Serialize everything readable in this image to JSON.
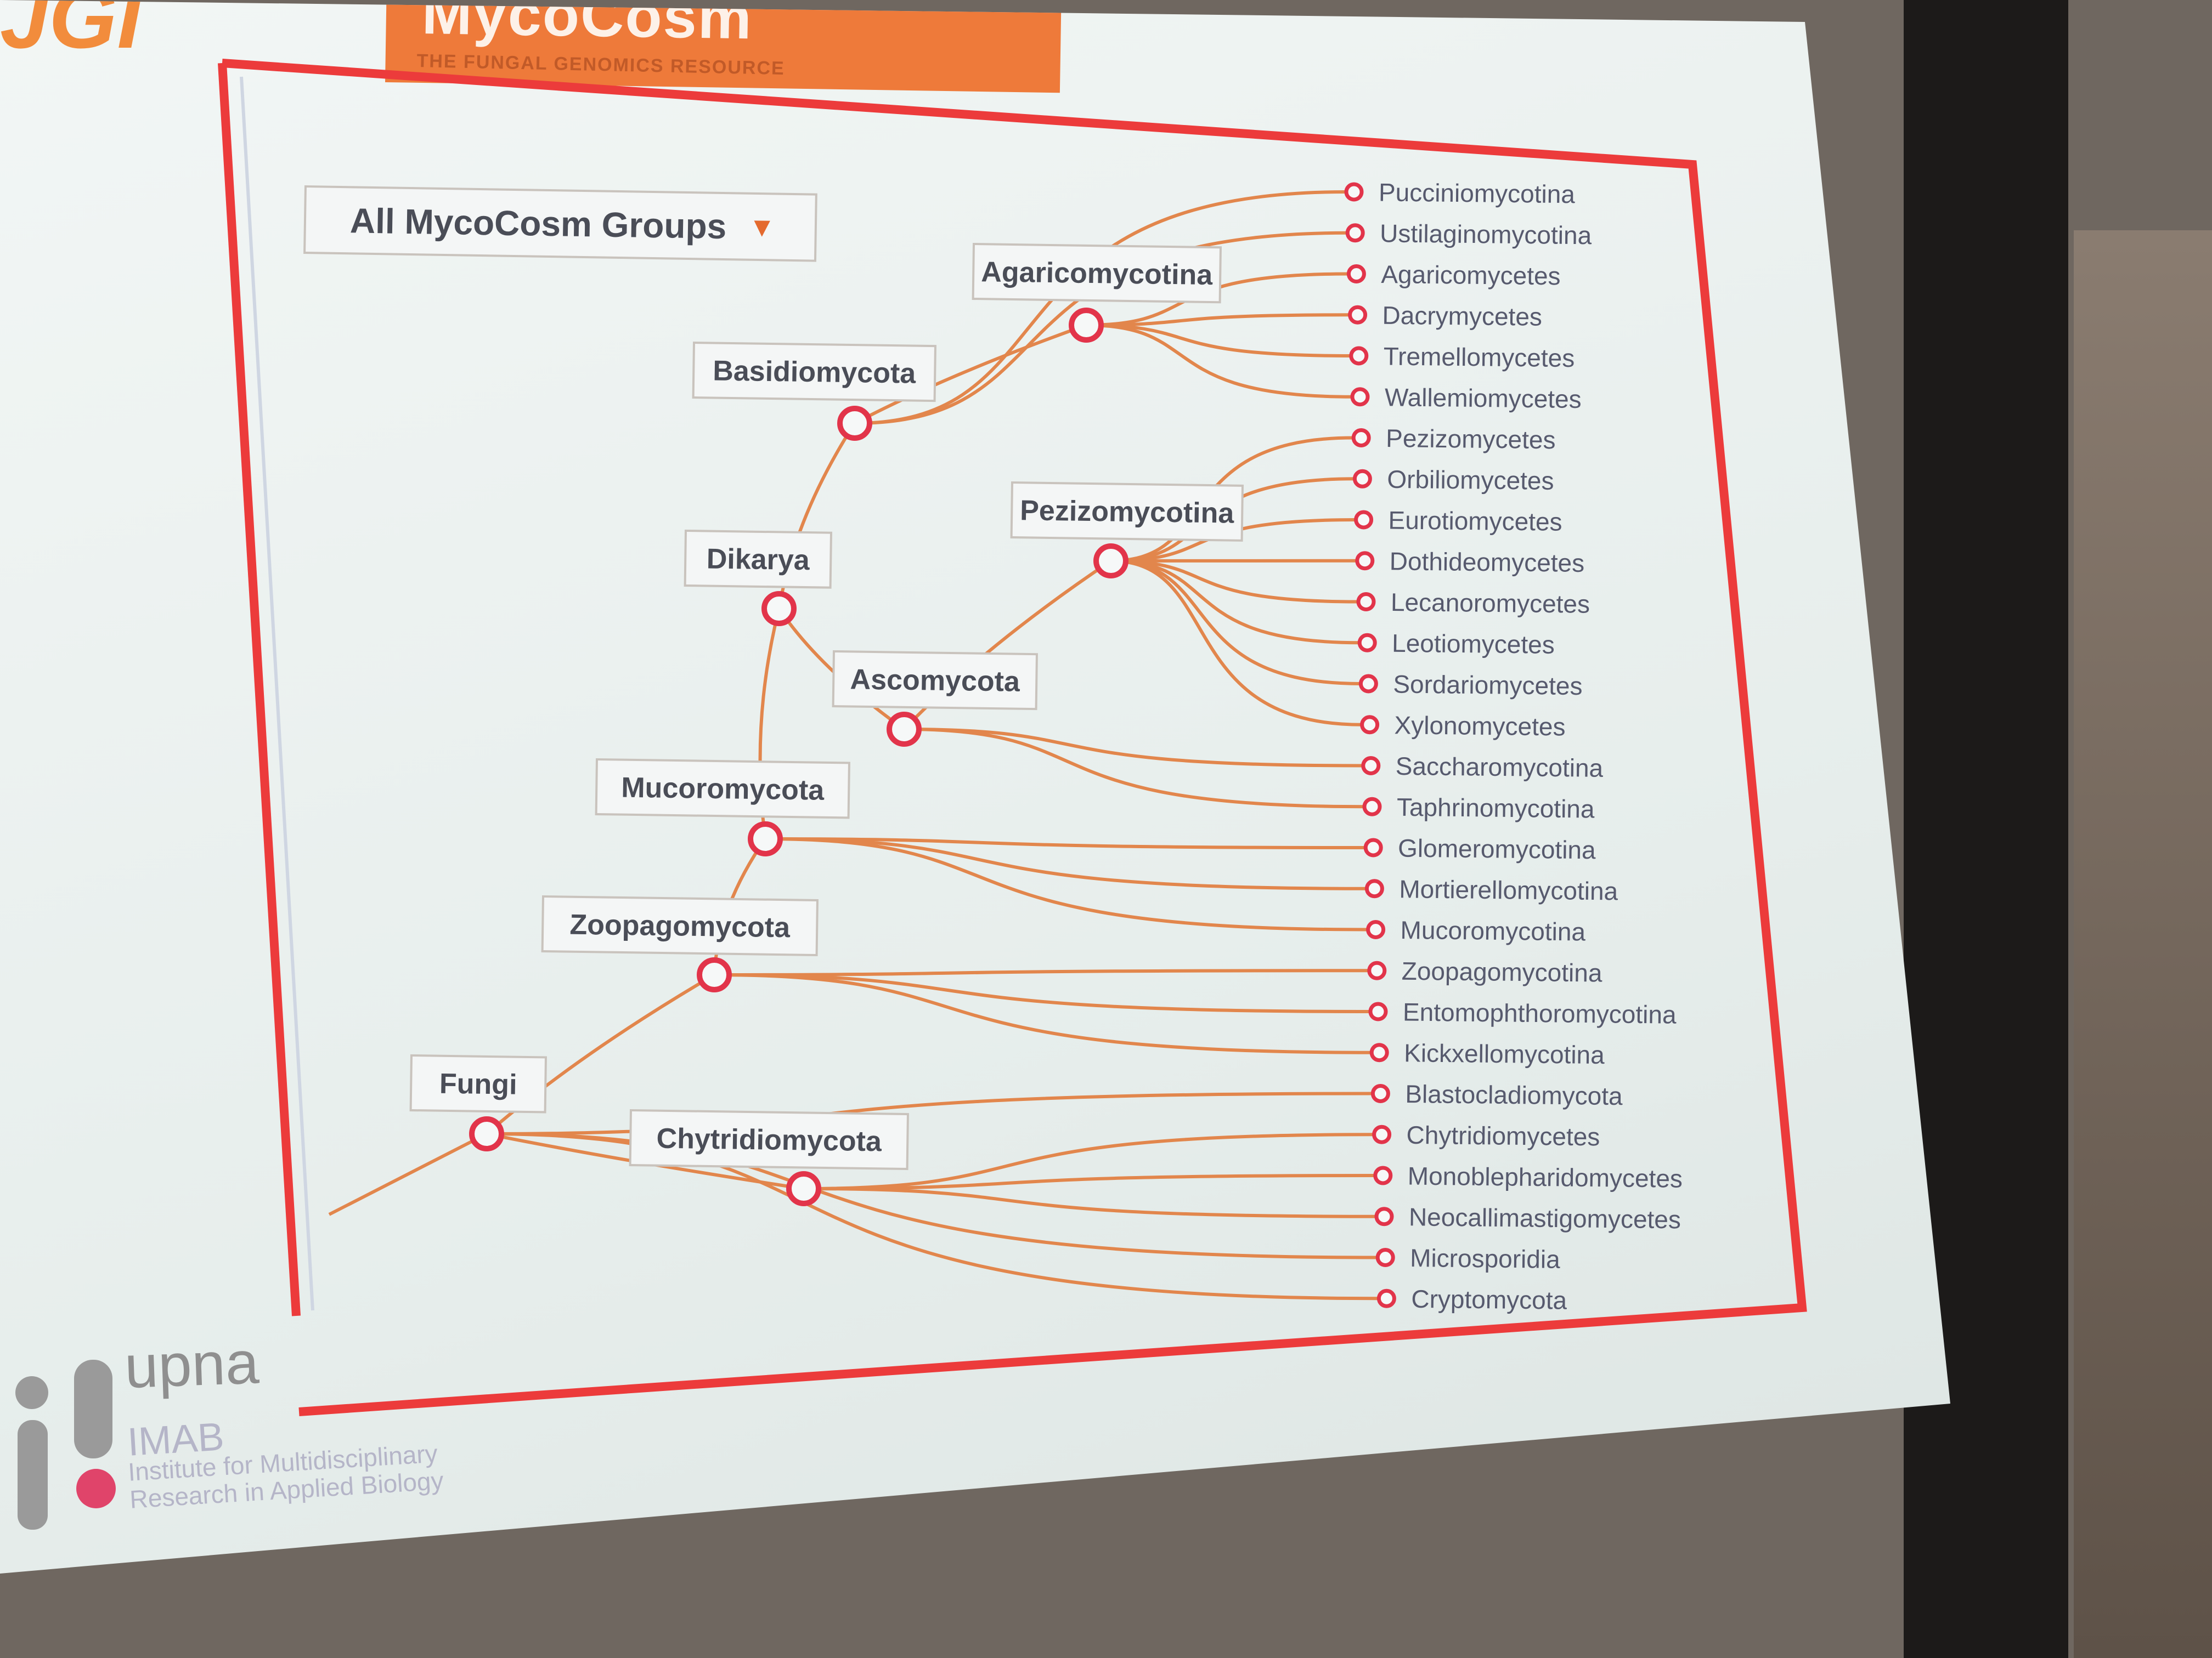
{
  "header": {
    "brand": "MycoCosm",
    "tagline": "THE FUNGAL GENOMICS RESOURCE",
    "logo_partial": "JGI"
  },
  "dropdown": {
    "label": "All MycoCosm Groups",
    "caret_icon": "triangle-down-icon"
  },
  "tree": {
    "nodes": [
      {
        "id": "fungi",
        "label": "Fungi"
      },
      {
        "id": "dikarya",
        "label": "Dikarya"
      },
      {
        "id": "basidiomycota",
        "label": "Basidiomycota"
      },
      {
        "id": "agaricomycotina",
        "label": "Agaricomycotina"
      },
      {
        "id": "ascomycota",
        "label": "Ascomycota"
      },
      {
        "id": "pezizomycotina",
        "label": "Pezizomycotina"
      },
      {
        "id": "mucoromycota",
        "label": "Mucoromycota"
      },
      {
        "id": "zoopagomycota",
        "label": "Zoopagomycota"
      },
      {
        "id": "chytridiomycota",
        "label": "Chytridiomycota"
      }
    ],
    "leaves": [
      {
        "label": "Pucciniomycotina",
        "parent": "basidiomycota"
      },
      {
        "label": "Ustilaginomycotina",
        "parent": "basidiomycota"
      },
      {
        "label": "Agaricomycetes",
        "parent": "agaricomycotina"
      },
      {
        "label": "Dacrymycetes",
        "parent": "agaricomycotina"
      },
      {
        "label": "Tremellomycetes",
        "parent": "agaricomycotina"
      },
      {
        "label": "Wallemiomycetes",
        "parent": "agaricomycotina"
      },
      {
        "label": "Pezizomycetes",
        "parent": "pezizomycotina"
      },
      {
        "label": "Orbiliomycetes",
        "parent": "pezizomycotina"
      },
      {
        "label": "Eurotiomycetes",
        "parent": "pezizomycotina"
      },
      {
        "label": "Dothideomycetes",
        "parent": "pezizomycotina"
      },
      {
        "label": "Lecanoromycetes",
        "parent": "pezizomycotina"
      },
      {
        "label": "Leotiomycetes",
        "parent": "pezizomycotina"
      },
      {
        "label": "Sordariomycetes",
        "parent": "pezizomycotina"
      },
      {
        "label": "Xylonomycetes",
        "parent": "pezizomycotina"
      },
      {
        "label": "Saccharomycotina",
        "parent": "ascomycota"
      },
      {
        "label": "Taphrinomycotina",
        "parent": "ascomycota"
      },
      {
        "label": "Glomeromycotina",
        "parent": "mucoromycota"
      },
      {
        "label": "Mortierellomycotina",
        "parent": "mucoromycota"
      },
      {
        "label": "Mucoromycotina",
        "parent": "mucoromycota"
      },
      {
        "label": "Zoopagomycotina",
        "parent": "zoopagomycota"
      },
      {
        "label": "Entomophthoromycotina",
        "parent": "zoopagomycota"
      },
      {
        "label": "Kickxellomycotina",
        "parent": "zoopagomycota"
      },
      {
        "label": "Blastocladiomycota",
        "parent": "fungi"
      },
      {
        "label": "Chytridiomycetes",
        "parent": "chytridiomycota"
      },
      {
        "label": "Monoblepharidomycetes",
        "parent": "chytridiomycota"
      },
      {
        "label": "Neocallimastigomycetes",
        "parent": "chytridiomycota"
      },
      {
        "label": "Microsporidia",
        "parent": "fungi"
      },
      {
        "label": "Cryptomycota",
        "parent": "fungi"
      }
    ]
  },
  "footer": {
    "university": "upna",
    "institute": "IMAB",
    "institute_full": "Institute for Multidisciplinary Research in Applied Biology"
  },
  "colors": {
    "branch": "#e2864c",
    "node_ring": "#e2344a",
    "frame": "#ec3b3b",
    "label_text": "#4a4d57",
    "leaf_text": "#575a6e"
  }
}
